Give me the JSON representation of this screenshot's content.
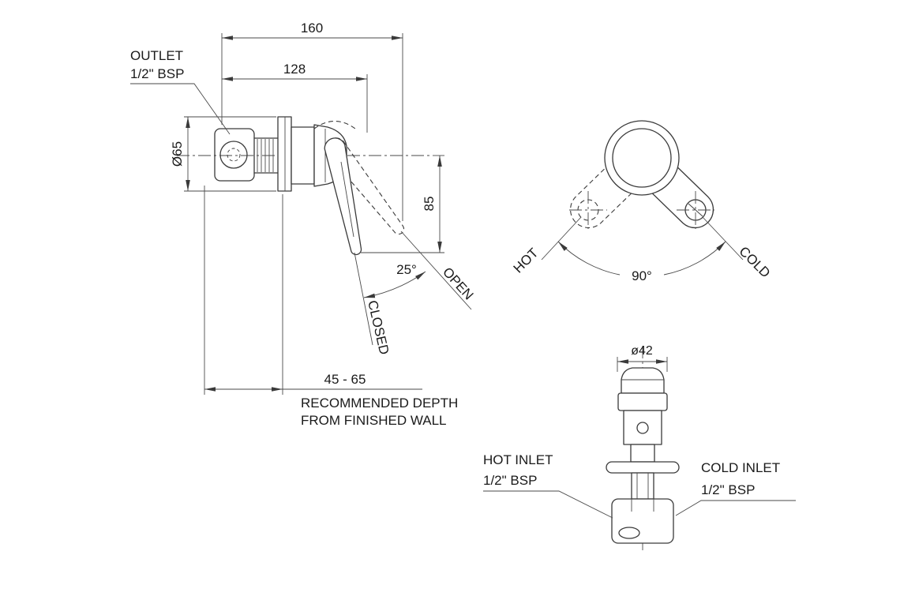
{
  "colors": {
    "line": "#3a3a3a",
    "dimension": "#4a4a4a",
    "text": "#1a1a1a",
    "background": "#ffffff"
  },
  "side_view": {
    "dim_overall_length": "160",
    "dim_body_length": "128",
    "outlet_label": "OUTLET",
    "outlet_spec": "1/2\" BSP",
    "dim_flange_diameter": "Ø65",
    "dim_handle_drop": "85",
    "dim_open_angle": "25°",
    "open_label": "OPEN",
    "closed_label": "CLOSED",
    "dim_depth_range": "45 - 65",
    "depth_note_line1": "RECOMMENDED DEPTH",
    "depth_note_line2": "FROM FINISHED WALL"
  },
  "front_view": {
    "hot_label": "HOT",
    "cold_label": "COLD",
    "dim_swing_angle": "90°"
  },
  "inlet_view": {
    "dim_cartridge_diameter": "ø42",
    "hot_inlet_label": "HOT INLET",
    "hot_inlet_spec": "1/2\" BSP",
    "cold_inlet_label": "COLD INLET",
    "cold_inlet_spec": "1/2\" BSP"
  }
}
